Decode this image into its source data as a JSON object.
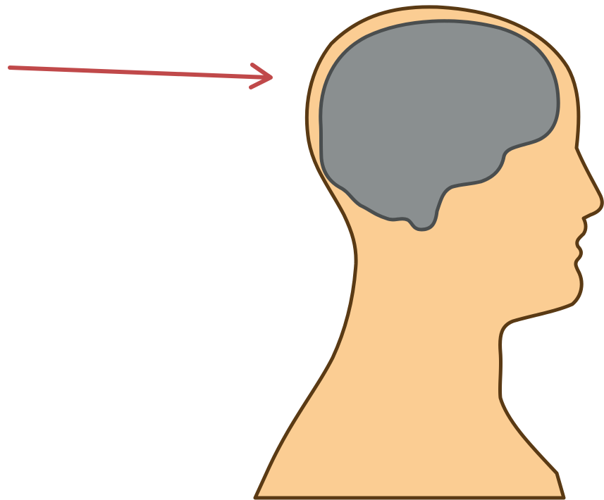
{
  "colors": {
    "background": "#ffffff",
    "skin": "#fbcd93",
    "outline": "#5a3a14",
    "brain": "#8a8f90",
    "brain_outline": "#4a4e4f",
    "arrow": "#c0494a"
  },
  "elements": {
    "head_silhouette": "head-profile",
    "brain": "brain-shape",
    "pointer": "arrow"
  }
}
